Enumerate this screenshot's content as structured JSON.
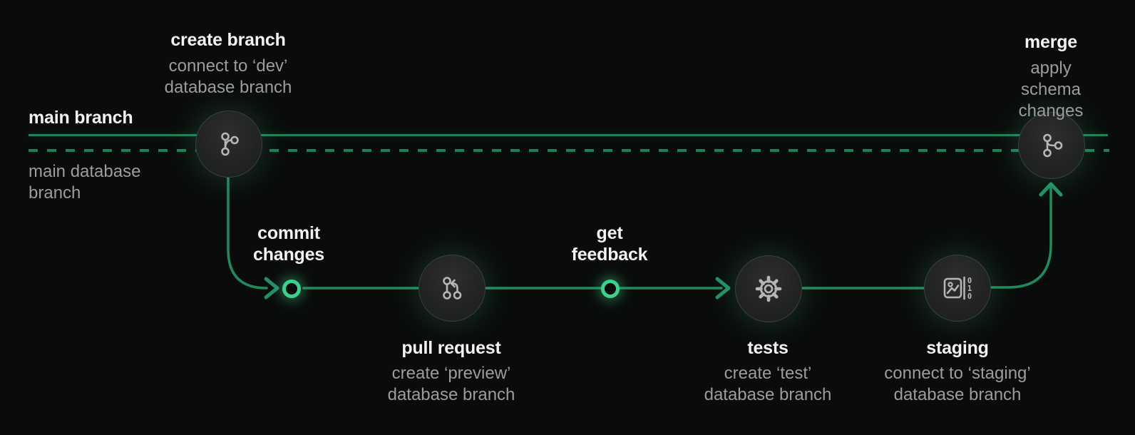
{
  "colors": {
    "background": "#0a0c0b",
    "main_line_green": "#1f8159",
    "branch_green": "#218a5d",
    "accent_green": "#3ecf8e",
    "title_text": "#f2f2f0",
    "subtitle_text": "#9b9d9a"
  },
  "main_branch": {
    "label": "main branch",
    "database_label": "main database\nbranch"
  },
  "nodes": [
    {
      "id": "create-branch",
      "title": "create branch",
      "subtitle": "connect to ‘dev’\ndatabase branch",
      "icon": "git-branch-icon"
    },
    {
      "id": "pull-request",
      "title": "pull request",
      "subtitle": "create ‘preview’\ndatabase branch",
      "icon": "git-pull-request-icon"
    },
    {
      "id": "tests",
      "title": "tests",
      "subtitle": "create ‘test’\ndatabase branch",
      "icon": "gear-icon"
    },
    {
      "id": "staging",
      "title": "staging",
      "subtitle": "connect to ‘staging’\ndatabase branch",
      "icon": "staging-data-icon"
    },
    {
      "id": "merge",
      "title": "merge",
      "subtitle": "apply schema\nchanges",
      "icon": "git-merge-icon"
    }
  ],
  "markers": [
    {
      "id": "commit-changes",
      "label": "commit\nchanges"
    },
    {
      "id": "get-feedback",
      "label": "get\nfeedback"
    }
  ]
}
